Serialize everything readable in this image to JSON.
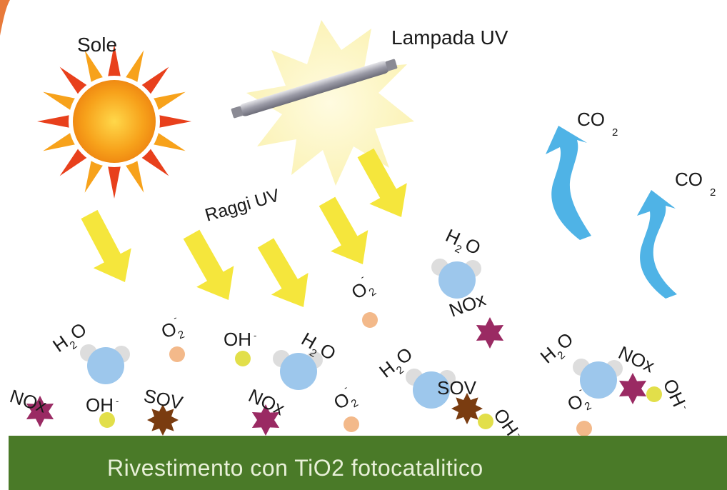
{
  "labels": {
    "sun": "Sole",
    "lamp": "Lampada UV",
    "rays": "Raggi UV",
    "coating": "Rivestimento con TiO2 fotocatalitico"
  },
  "species": {
    "h2o_main": "H",
    "h2o_sub": "2",
    "h2o_o": "O",
    "co2_main": "CO",
    "co2_sub": "2",
    "o2_main": "O",
    "o2_sub": "2",
    "o2_sup": "-",
    "oh_main": "OH",
    "oh_sup": "-",
    "nox": "NOx",
    "sov": "SOV"
  },
  "colors": {
    "coating_band": "#4a7a28",
    "uv_arrow": "#f5e63c",
    "co2_arrow": "#4fb3e6",
    "sun_core": "#f7a21b",
    "sun_rays": "#e8401c",
    "water_oxygen": "#9dc7ec",
    "water_hydrogen": "#dddddd",
    "superoxide": "#f3b98a",
    "hydroxyl": "#e2df4a",
    "nox_particle": "#9a2a63",
    "sov_particle": "#7a3c10"
  },
  "icons": {
    "sun": "sun-icon",
    "lamp": "uv-lamp-icon",
    "water": "water-molecule-icon",
    "nox": "nox-particle-icon",
    "sov": "sov-particle-icon"
  }
}
